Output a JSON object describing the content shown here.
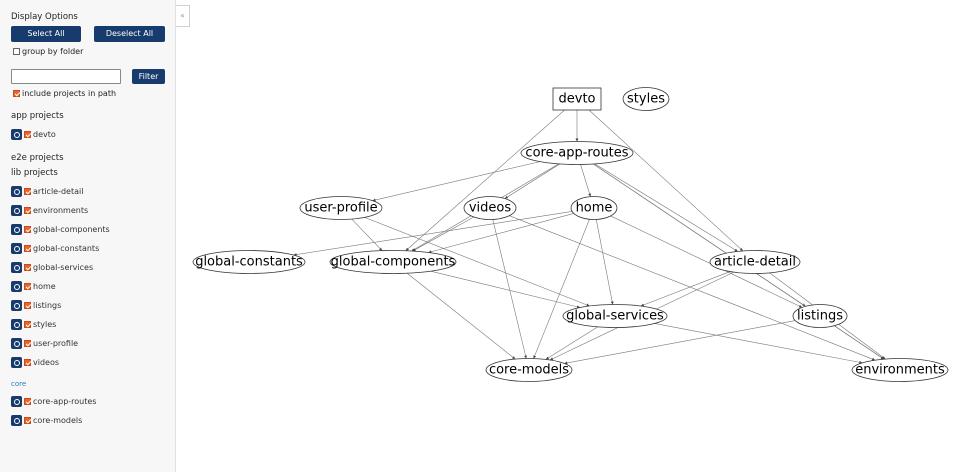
{
  "sidebar": {
    "title": "Display Options",
    "select_all": "Select All",
    "deselect_all": "Deselect All",
    "group_by_folder": {
      "label": "group by folder",
      "checked": false
    },
    "filter": {
      "value": "",
      "placeholder": "",
      "button": "Filter"
    },
    "include_in_path": {
      "label": "include projects in path",
      "checked": true
    },
    "groups": [
      {
        "title": "app projects",
        "items": [
          "devto"
        ]
      },
      {
        "title": "e2e projects",
        "items": []
      },
      {
        "title": "lib projects",
        "items": [
          "article-detail",
          "environments",
          "global-components",
          "global-constants",
          "global-services",
          "home",
          "listings",
          "styles",
          "user-profile",
          "videos"
        ]
      },
      {
        "title": "core",
        "items": [
          "core-app-routes",
          "core-models"
        ]
      }
    ],
    "collapse_glyph": "«"
  },
  "graph": {
    "nodes": [
      {
        "id": "devto",
        "label": "devto",
        "shape": "box"
      },
      {
        "id": "styles",
        "label": "styles",
        "shape": "ellipse"
      },
      {
        "id": "core-app-routes",
        "label": "core-app-routes",
        "shape": "ellipse"
      },
      {
        "id": "user-profile",
        "label": "user-profile",
        "shape": "ellipse"
      },
      {
        "id": "videos",
        "label": "videos",
        "shape": "ellipse"
      },
      {
        "id": "home",
        "label": "home",
        "shape": "ellipse"
      },
      {
        "id": "global-constants",
        "label": "global-constants",
        "shape": "ellipse"
      },
      {
        "id": "global-components",
        "label": "global-components",
        "shape": "ellipse"
      },
      {
        "id": "article-detail",
        "label": "article-detail",
        "shape": "ellipse"
      },
      {
        "id": "global-services",
        "label": "global-services",
        "shape": "ellipse"
      },
      {
        "id": "listings",
        "label": "listings",
        "shape": "ellipse"
      },
      {
        "id": "core-models",
        "label": "core-models",
        "shape": "ellipse"
      },
      {
        "id": "environments",
        "label": "environments",
        "shape": "ellipse"
      }
    ],
    "edges": [
      [
        "devto",
        "core-app-routes"
      ],
      [
        "devto",
        "global-components"
      ],
      [
        "devto",
        "article-detail"
      ],
      [
        "core-app-routes",
        "user-profile"
      ],
      [
        "core-app-routes",
        "videos"
      ],
      [
        "core-app-routes",
        "home"
      ],
      [
        "core-app-routes",
        "global-components"
      ],
      [
        "core-app-routes",
        "article-detail"
      ],
      [
        "core-app-routes",
        "listings"
      ],
      [
        "core-app-routes",
        "environments"
      ],
      [
        "user-profile",
        "global-components"
      ],
      [
        "user-profile",
        "global-services"
      ],
      [
        "videos",
        "global-components"
      ],
      [
        "videos",
        "core-models"
      ],
      [
        "videos",
        "environments"
      ],
      [
        "home",
        "global-constants"
      ],
      [
        "home",
        "global-components"
      ],
      [
        "home",
        "global-services"
      ],
      [
        "home",
        "core-models"
      ],
      [
        "home",
        "listings"
      ],
      [
        "global-components",
        "global-services"
      ],
      [
        "global-components",
        "core-models"
      ],
      [
        "article-detail",
        "global-services"
      ],
      [
        "article-detail",
        "core-models"
      ],
      [
        "article-detail",
        "environments"
      ],
      [
        "global-services",
        "core-models"
      ],
      [
        "global-services",
        "environments"
      ],
      [
        "listings",
        "core-models"
      ],
      [
        "listings",
        "environments"
      ]
    ]
  }
}
